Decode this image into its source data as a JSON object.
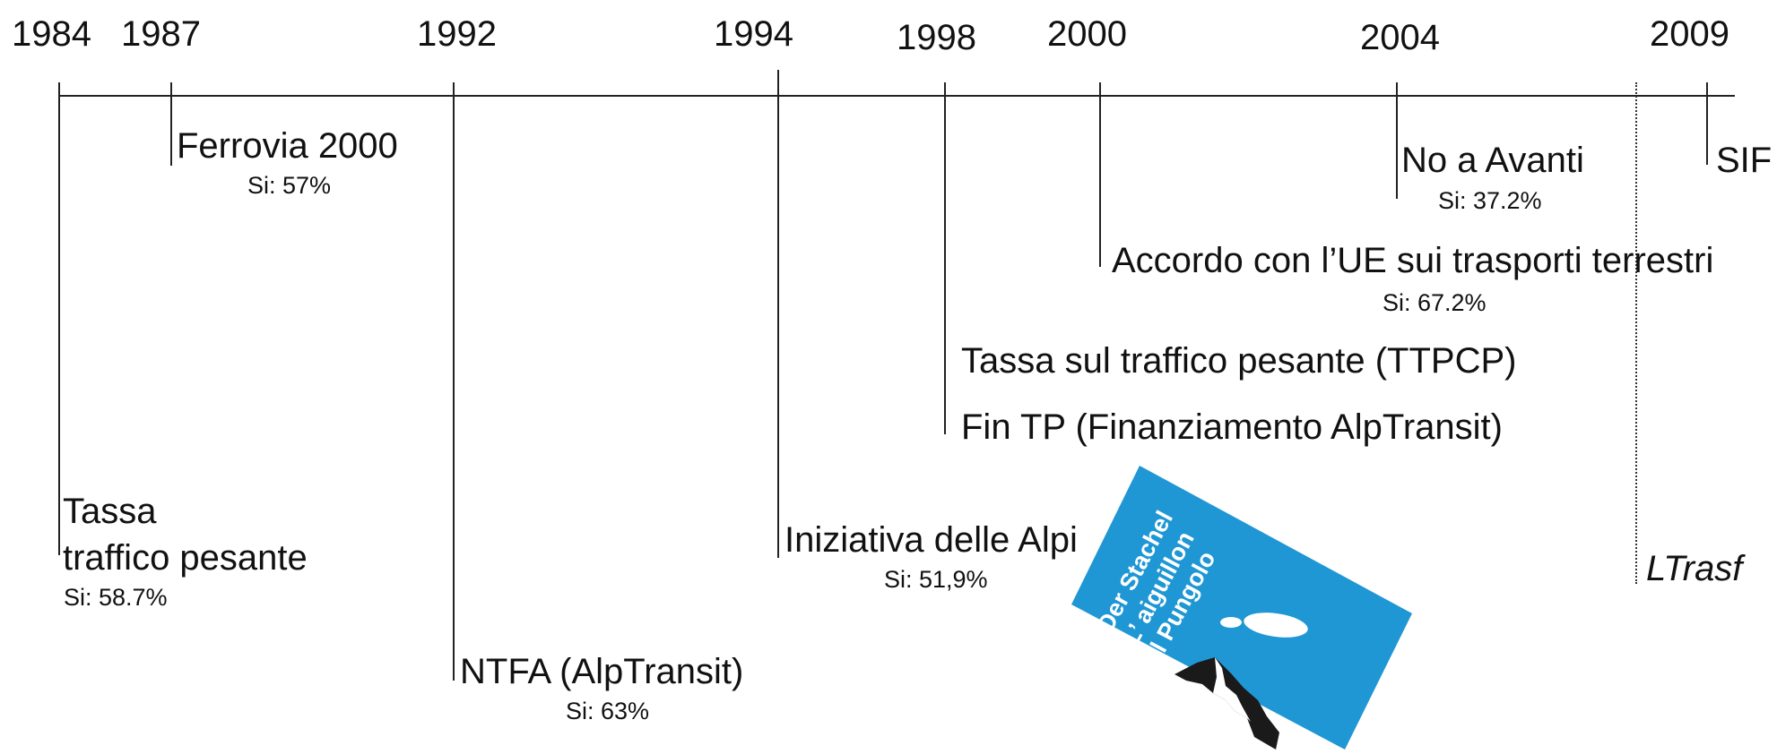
{
  "years": [
    "1984",
    "1987",
    "1992",
    "1994",
    "1998",
    "2000",
    "2004",
    "2009"
  ],
  "events": {
    "ferrovia": {
      "title": "Ferrovia 2000",
      "result": "Si: 57%"
    },
    "tassa": {
      "title_line1": "Tassa",
      "title_line2": "traffico pesante",
      "result": "Si: 58.7%"
    },
    "ntfa": {
      "title": "NTFA (AlpTransit)",
      "result": "Si: 63%"
    },
    "alpi": {
      "title": "Iniziativa delle Alpi",
      "result": "Si: 51,9%"
    },
    "ttpcp": {
      "title": "Tassa sul traffico pesante (TTPCP)"
    },
    "fintp": {
      "title": "Fin TP (Finanziamento AlpTransit)"
    },
    "accordo": {
      "title": "Accordo con l’UE sui trasporti terrestri",
      "result": "Si: 67.2%"
    },
    "avanti": {
      "title": "No a Avanti",
      "result": "Si: 37.2%"
    },
    "sif": {
      "title": "SIF"
    },
    "ltrasf": {
      "title": "LTrasf"
    }
  },
  "poster": {
    "lines": [
      "Der Stachel",
      "L’ aiguillon",
      "Il Pungolo"
    ],
    "colors": {
      "background": "#1f97d4",
      "mountain": "#1a1a1a"
    }
  }
}
